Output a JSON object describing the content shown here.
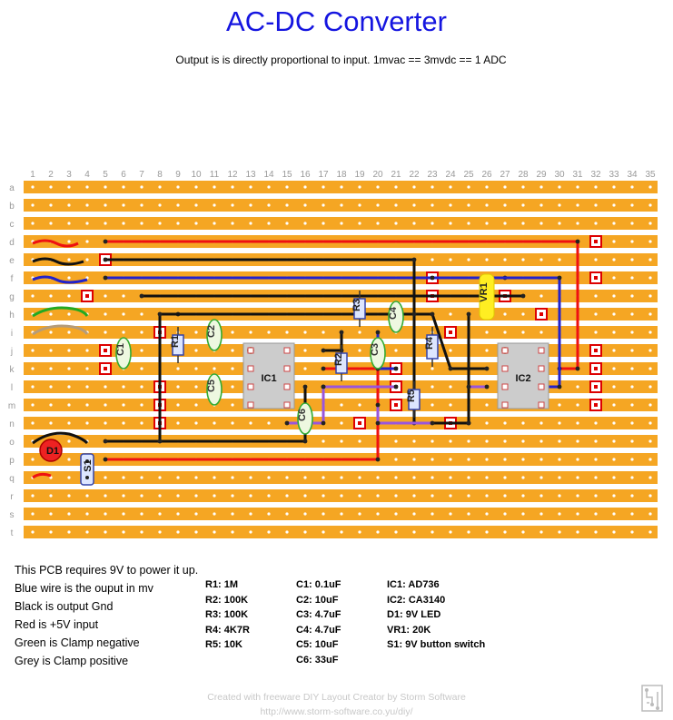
{
  "title": "AC-DC Converter",
  "subtitle": "Output is is directly proportional to input. 1mvac == 3mvdc == 1 ADC",
  "board": {
    "columns": [
      "1",
      "2",
      "3",
      "4",
      "5",
      "6",
      "7",
      "8",
      "9",
      "10",
      "11",
      "12",
      "13",
      "14",
      "15",
      "16",
      "17",
      "18",
      "19",
      "20",
      "21",
      "22",
      "23",
      "24",
      "25",
      "26",
      "27",
      "28",
      "29",
      "30",
      "31",
      "32",
      "33",
      "34",
      "35"
    ],
    "rows": [
      "a",
      "b",
      "c",
      "d",
      "e",
      "f",
      "g",
      "h",
      "i",
      "j",
      "k",
      "l",
      "m",
      "n",
      "o",
      "p",
      "q",
      "r",
      "s",
      "t"
    ],
    "strip_color": "#f5a623",
    "wire_colors": {
      "red": "#ee1111",
      "blue": "#2222cc",
      "black": "#111111",
      "purple": "#9955dd",
      "green": "#22aa22",
      "grey": "#b59c7a"
    }
  },
  "components": {
    "C1": "C1",
    "C2": "C2",
    "C3a": "C3",
    "C4": "C4",
    "C5": "C5",
    "C6": "C6",
    "R1": "R1",
    "R2": "R2",
    "R3": "R3",
    "R4": "R4",
    "R5": "R5",
    "IC1": "IC1",
    "IC2": "IC2",
    "VR1": "VR1",
    "D1": "D1",
    "S1": "S1"
  },
  "notes": [
    "This PCB requires 9V to power it up.",
    "Blue wire is the ouput in mv",
    "Black is output Gnd",
    "Red is +5V input",
    "Green is Clamp negative",
    "Grey is Clamp positive"
  ],
  "parts": {
    "resistors": [
      "R1: 1M",
      "R2: 100K",
      "R3: 100K",
      "R4: 4K7R",
      "R5: 10K"
    ],
    "capacitors": [
      "C1: 0.1uF",
      "C2: 10uF",
      "C3: 4.7uF",
      "C4: 4.7uF",
      "C5: 10uF",
      "C6: 33uF"
    ],
    "others": [
      "IC1: AD736",
      "IC2: CA3140",
      "D1: 9V LED",
      "VR1: 20K",
      "S1: 9V button switch"
    ]
  },
  "credit": {
    "line1": "Created with freeware DIY Layout Creator by Storm Software",
    "line2": "http://www.storm-software.co.yu/diy/"
  }
}
